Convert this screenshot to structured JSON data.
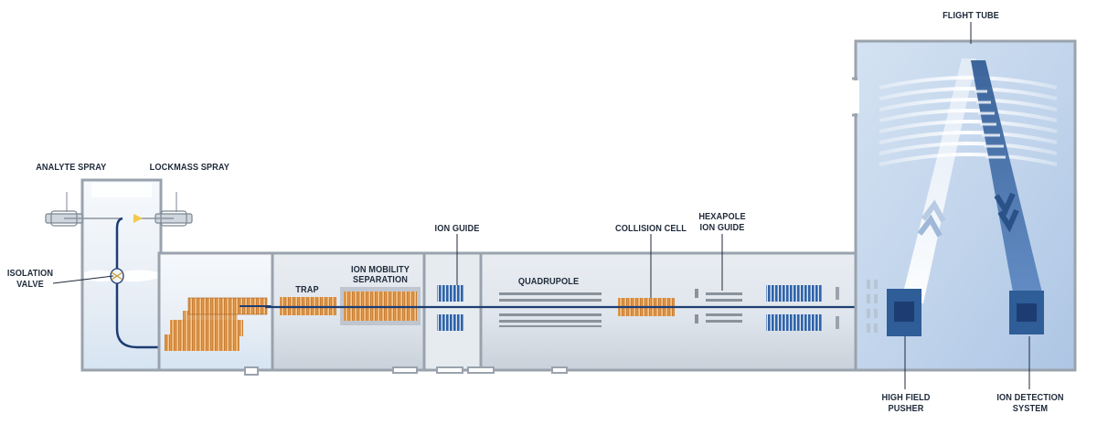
{
  "labels": {
    "analyte_spray": "ANALYTE SPRAY",
    "lockmass_spray": "LOCKMASS SPRAY",
    "isolation_valve_1": "ISOLATION",
    "isolation_valve_2": "VALVE",
    "trap": "TRAP",
    "ion_mobility_1": "ION MOBILITY",
    "ion_mobility_2": "SEPARATION",
    "ion_guide": "ION GUIDE",
    "quadrupole": "QUADRUPOLE",
    "collision_cell": "COLLISION CELL",
    "hexapole_1": "HEXAPOLE",
    "hexapole_2": "ION GUIDE",
    "flight_tube": "FLIGHT TUBE",
    "high_field_pusher_1": "HIGH FIELD",
    "high_field_pusher_2": "PUSHER",
    "ion_detection_1": "ION DETECTION",
    "ion_detection_2": "SYSTEM"
  },
  "colors": {
    "chamber_fill": "#dde4ec",
    "chamber_wall": "#9aa3ad",
    "tof_fill": "#c4d6ec",
    "copper_lens": "#d38a3a",
    "blue_plates": "#2e62a8",
    "ion_beam": "#1d3d72",
    "text": "#1f2a3a"
  }
}
